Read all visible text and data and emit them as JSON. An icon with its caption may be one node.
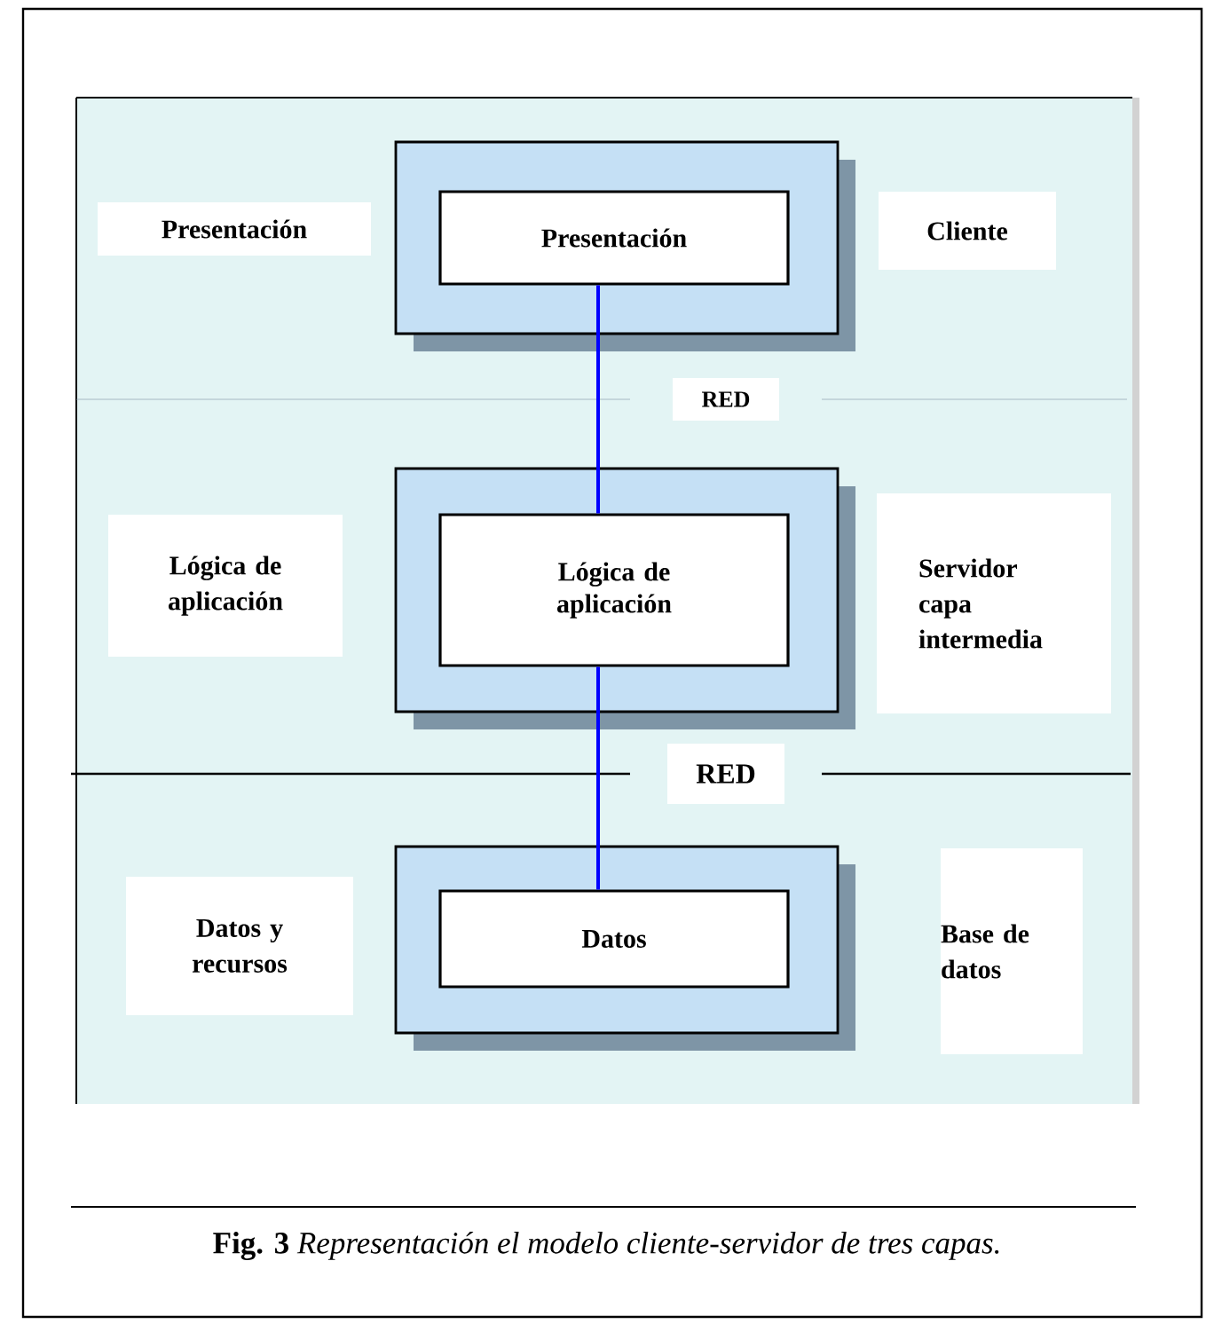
{
  "diagram": {
    "caption": "**Fig. 3** *Representación el modelo cliente-servidor de tres capas.*",
    "nodes": [
      {
        "text": [],
        "shape": "box"
      },
      {
        "text": [
          "Presentación"
        ],
        "in": 0
      },
      {
        "text": [],
        "shape": "box"
      },
      {
        "text": [
          "Lógica de aplicación"
        ],
        "in": 2
      },
      {
        "text": [],
        "shape": "box"
      },
      {
        "text": [
          "Datos"
        ],
        "in": 4
      }
    ],
    "edges": [
      {
        "from": 1,
        "to": 3,
        "arrow": "none"
      },
      {
        "from": 3,
        "to": 5,
        "arrow": "none"
      }
    ],
    "labels": [
      "Presentación",
      "Cliente",
      "RED",
      "Lógica de aplicación",
      "Servidor capa intermedia",
      "RED",
      "Datos y recursos",
      "Base de datos"
    ]
  }
}
